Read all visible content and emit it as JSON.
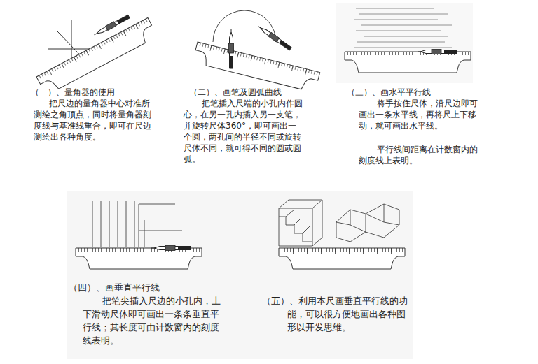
{
  "diagram": {
    "labels": [
      "（一）、量角器的使用",
      "把尺边的量角器中心对准所测绘之角顶点，同时将量角器刻度线与基准线重合，即可在尺边测绘出各种角度。",
      "（二）、画笔及圆弧曲线",
      "把笔插入尺端的小孔内作圆心，在另一孔内插入另一支笔，并旋转尺体360°，即可画出一个圆，两孔间的半径不同或旋转尺体不同，就可得不同的圆或圆弧。",
      "（三）、画水平平行线",
      "将手按住尺体，沿尺边即可画出一条水平线，再将尺上下移动，就可画出水平线。",
      "平行线间距离在计数窗内的刻度线上表明。",
      "（四）、画垂直平行线",
      "把笔尖插入尺边的小孔内，上下滑动尺体即可画出一条条垂直平行线；其长度可由计数窗内的刻度线表明。",
      "（五）、利用本尺画垂直平行线的功能，可以很方便地画出各种图形以开发思维。"
    ]
  }
}
